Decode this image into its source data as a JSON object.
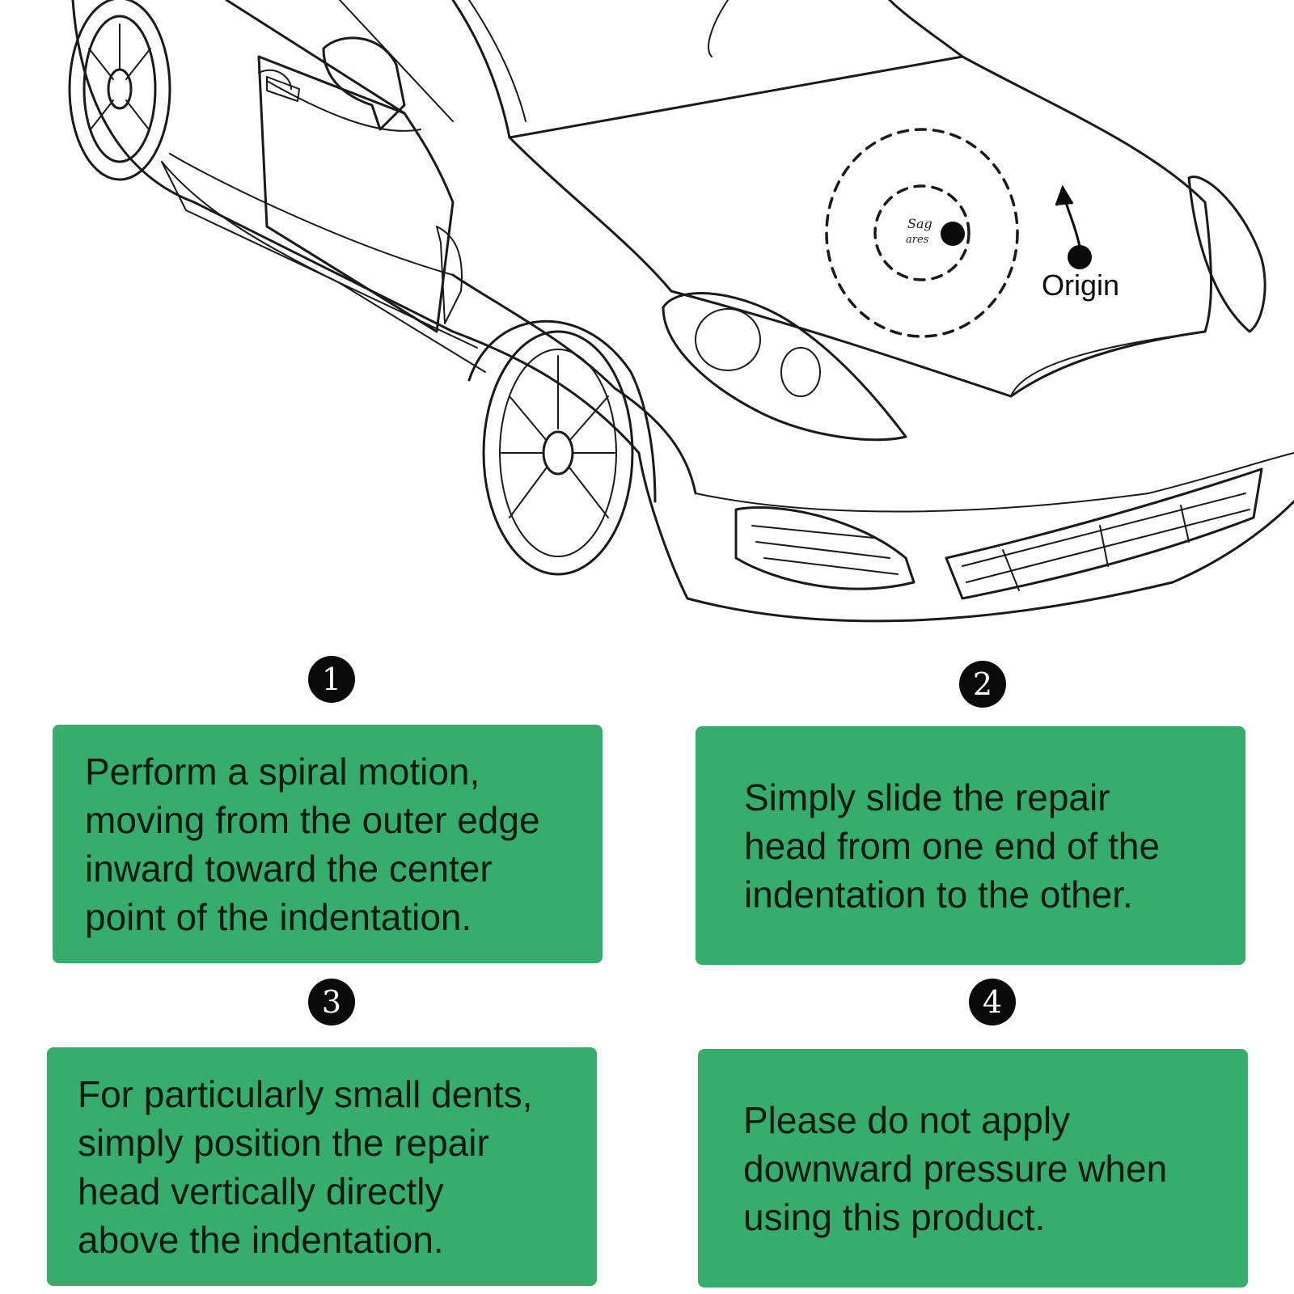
{
  "illustration": {
    "origin_label": "Origin",
    "spiral_glyph_top": "Sag",
    "spiral_glyph_bottom": "ares"
  },
  "steps": [
    {
      "number": "1",
      "text": "Perform a spiral motion,\nmoving from the outer edge\ninward toward the center\npoint of the indentation."
    },
    {
      "number": "2",
      "text": "Simply slide the repair\nhead from one end of the\nindentation to the other."
    },
    {
      "number": "3",
      "text": "For particularly small dents,\nsimply position the repair\nhead vertically directly\nabove the indentation."
    },
    {
      "number": "4",
      "text": "Please do not apply\ndownward pressure when\nusing this product."
    }
  ],
  "colors": {
    "box_green": "#36ad6c",
    "badge_black": "#0a0a0a",
    "line_art": "#1a1a1a"
  }
}
